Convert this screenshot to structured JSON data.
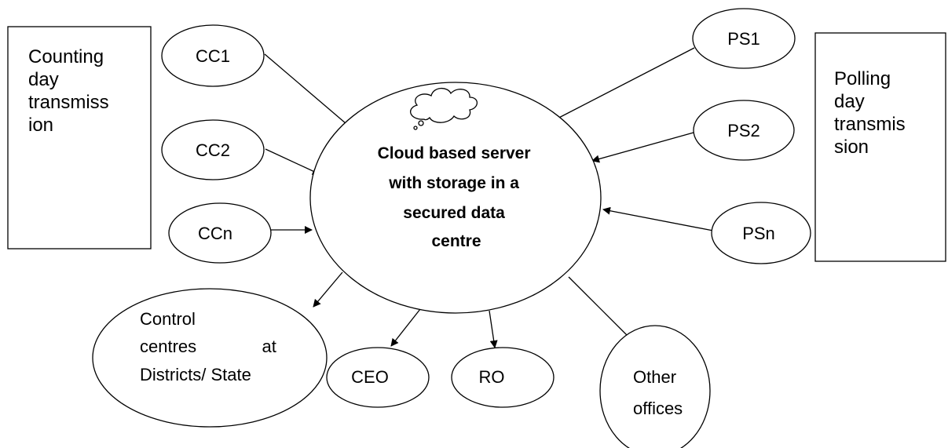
{
  "left_box": {
    "lines": [
      "Counting",
      "day",
      "transmiss",
      "ion"
    ]
  },
  "right_box": {
    "lines": [
      "Polling",
      "day",
      "transmis",
      "sion"
    ]
  },
  "center": {
    "lines": [
      "Cloud based server",
      "with storage in a",
      "secured data",
      "centre"
    ]
  },
  "nodes": {
    "cc1": "CC1",
    "cc2": "CC2",
    "ccn": "CCn",
    "ps1": "PS1",
    "ps2": "PS2",
    "psn": "PSn",
    "control": {
      "lines": [
        "Control",
        "centres",
        "at",
        "Districts/ State"
      ]
    },
    "ceo": "CEO",
    "ro": "RO",
    "other": {
      "lines": [
        "Other",
        "offices"
      ]
    }
  }
}
